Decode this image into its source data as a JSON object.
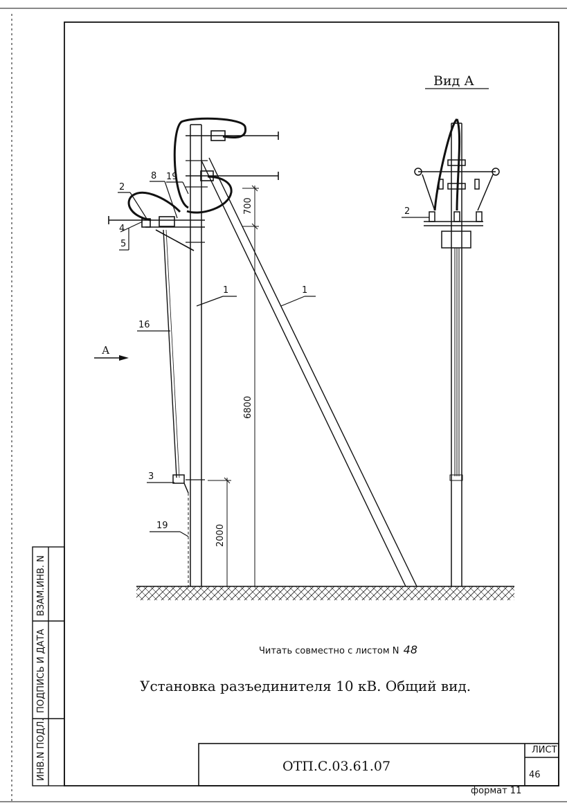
{
  "view_label": "Вид А",
  "arrow_label": "А",
  "callouts": {
    "c1_pole": "1",
    "c1_strut": "1",
    "c2_left": "2",
    "c2_right": "2",
    "c3": "3",
    "c4": "4",
    "c5": "5",
    "c8": "8",
    "c16": "16",
    "c19_top": "19",
    "c19_bottom": "19"
  },
  "dimensions": {
    "d700": "700",
    "d6800": "6800",
    "d2000": "2000"
  },
  "note_prefix": "Читать совместно с листом N",
  "note_sheet": "48",
  "title": "Установка разъединителя 10 кВ. Общий вид.",
  "side_stamp": {
    "inv_podl": "ИНВ.N ПОДЛ.",
    "podpis_data": "ПОДПИСЬ И ДАТА",
    "vzam_inv": "ВЗАМ.ИНВ. N"
  },
  "title_block": {
    "code": "ОТП.С.03.61.07",
    "sheet_label": "ЛИСТ",
    "sheet_number": "46"
  },
  "format_label": "формат 11"
}
